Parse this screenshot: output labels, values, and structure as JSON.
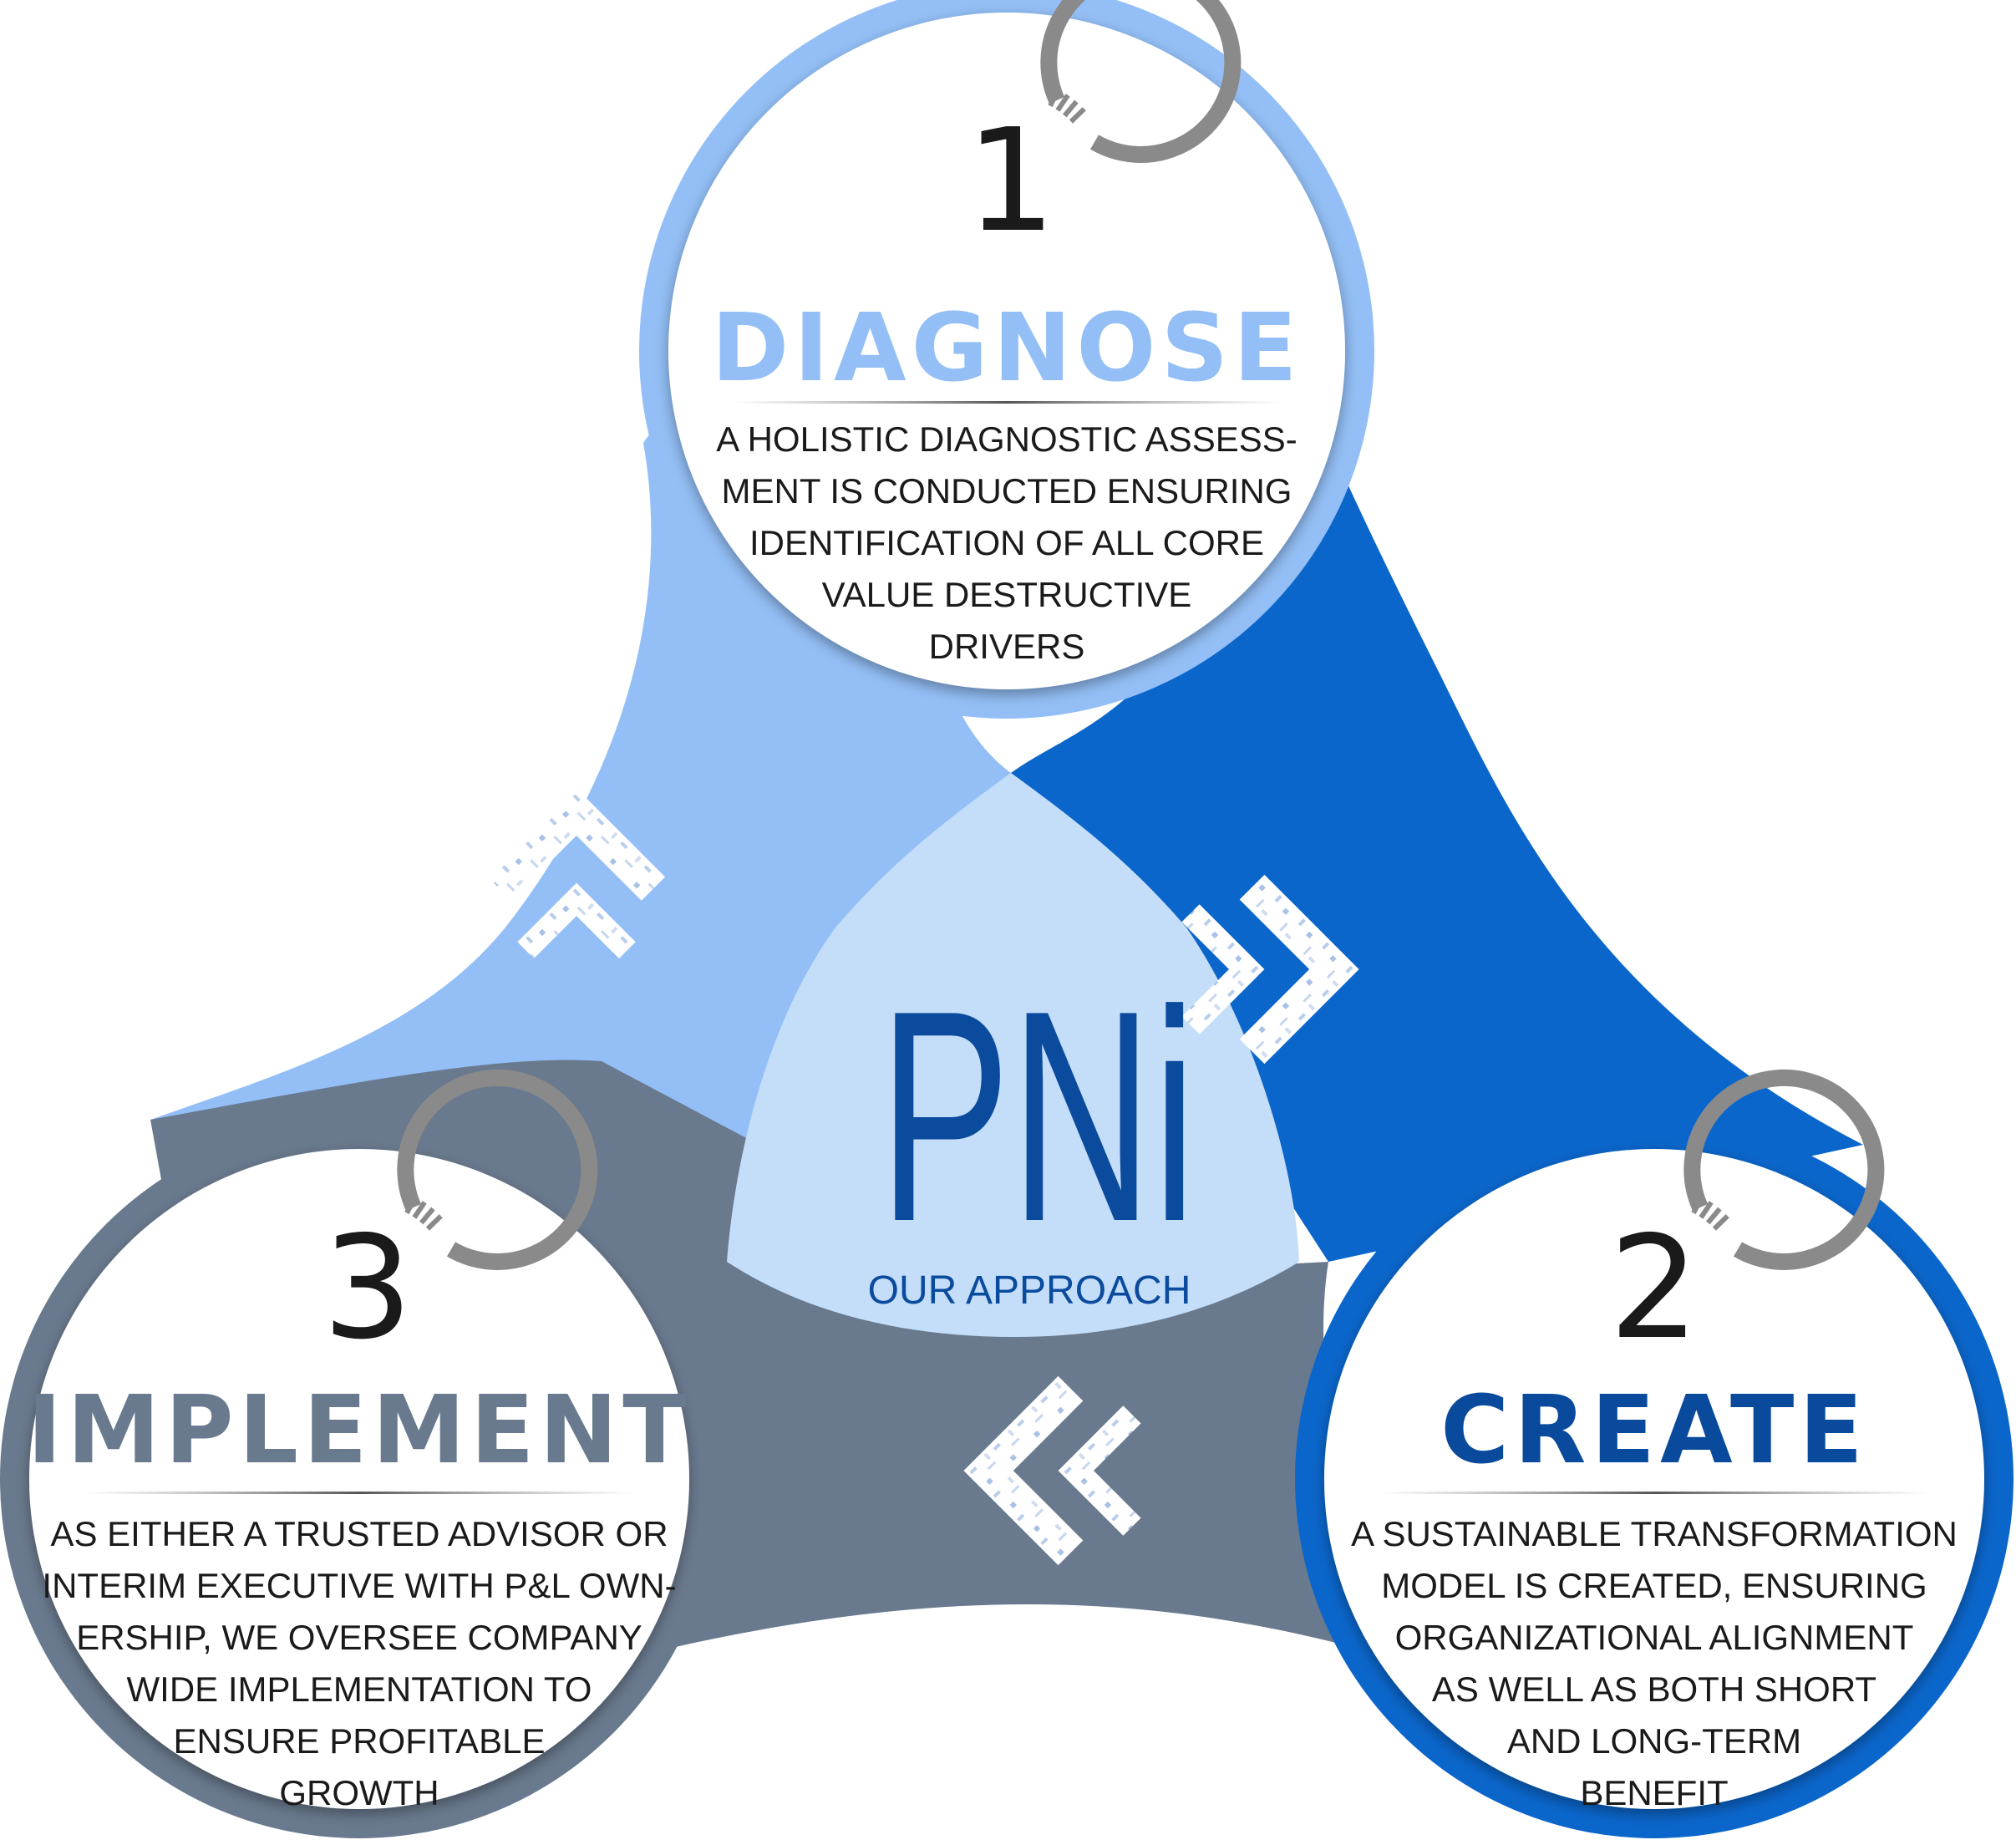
{
  "colors": {
    "diagnose": "#93BFF6",
    "create": "#0B66CB",
    "implement": "#6A7A8E",
    "center": "#C4DEF9",
    "pni_logo": "#0B4B9E",
    "dark_text": "#1A1A1A",
    "number_ring": "#8A8A8A"
  },
  "logo": {
    "letters": "PNi",
    "tagline": "OUR APPROACH"
  },
  "steps": [
    {
      "number": "1",
      "title": "DIAGNOSE",
      "lines": [
        "A HOLISTIC DIAGNOSTIC ASSESS-",
        "MENT IS CONDUCTED ENSURING",
        "IDENTIFICATION OF ALL CORE",
        "VALUE DESTRUCTIVE",
        "DRIVERS"
      ]
    },
    {
      "number": "2",
      "title": "CREATE",
      "lines": [
        "A SUSTAINABLE TRANSFORMATION",
        "MODEL IS CREATED, ENSURING",
        "ORGANIZATIONAL ALIGNMENT",
        "AS WELL AS BOTH SHORT",
        "AND LONG-TERM",
        "BENEFIT"
      ]
    },
    {
      "number": "3",
      "title": "IMPLEMENT",
      "lines": [
        "AS EITHER A TRUSTED ADVISOR OR",
        "INTERIM EXECUTIVE WITH P&L OWN-",
        "ERSHIP, WE OVERSEE COMPANY",
        "WIDE IMPLEMENTATION TO",
        "ENSURE PROFITABLE",
        "GROWTH"
      ]
    }
  ],
  "icons": [
    "chevron-right-up-icon",
    "chevron-down-right-icon",
    "chevron-left-icon"
  ]
}
